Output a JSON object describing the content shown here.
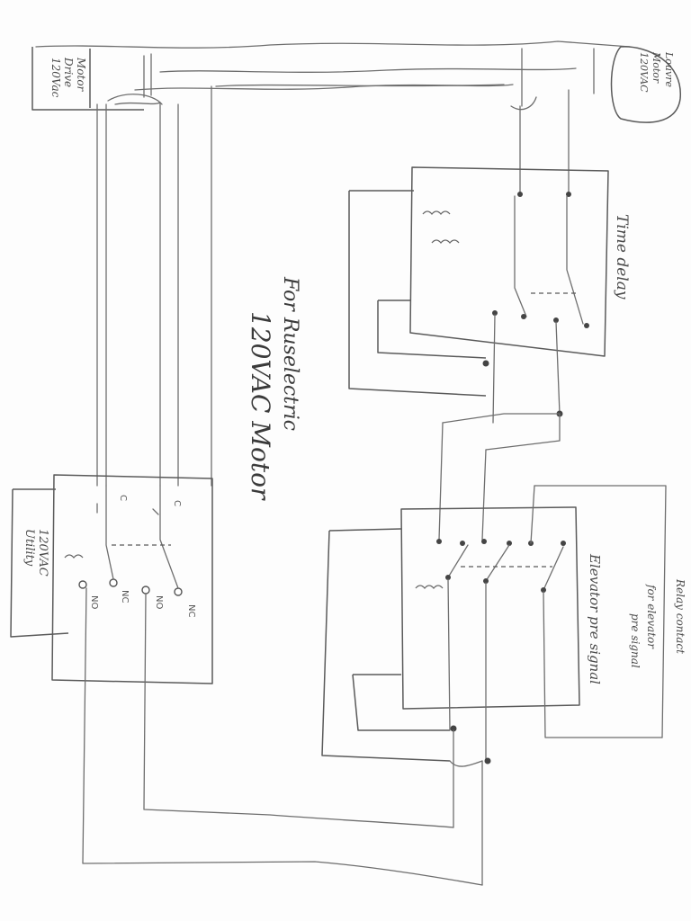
{
  "labels": {
    "motor_drive": [
      "Motor",
      "Drive",
      "120Vac"
    ],
    "louvre_motor": [
      "Louvre",
      "Motor",
      "120VAC"
    ],
    "time_delay": "Time delay",
    "title_line1": "For Ruselectric",
    "title_line2": "120VAC Motor",
    "utility": [
      "120VAC",
      "Utility"
    ],
    "relay_label_1": "Relay contact",
    "relay_label_2": "for elevator",
    "relay_label_3": "pre signal",
    "elevator_presignal": "Elevator pre signal",
    "terminal_nc_1": "NC",
    "terminal_nc_2": "NC",
    "terminal_no_1": "NO",
    "terminal_no_2": "NO",
    "terminal_c_1": "C",
    "terminal_c_2": "C"
  },
  "colors": {
    "line": "#6e6e6e",
    "paper": "#fdfdfd",
    "ink": "#444444"
  }
}
